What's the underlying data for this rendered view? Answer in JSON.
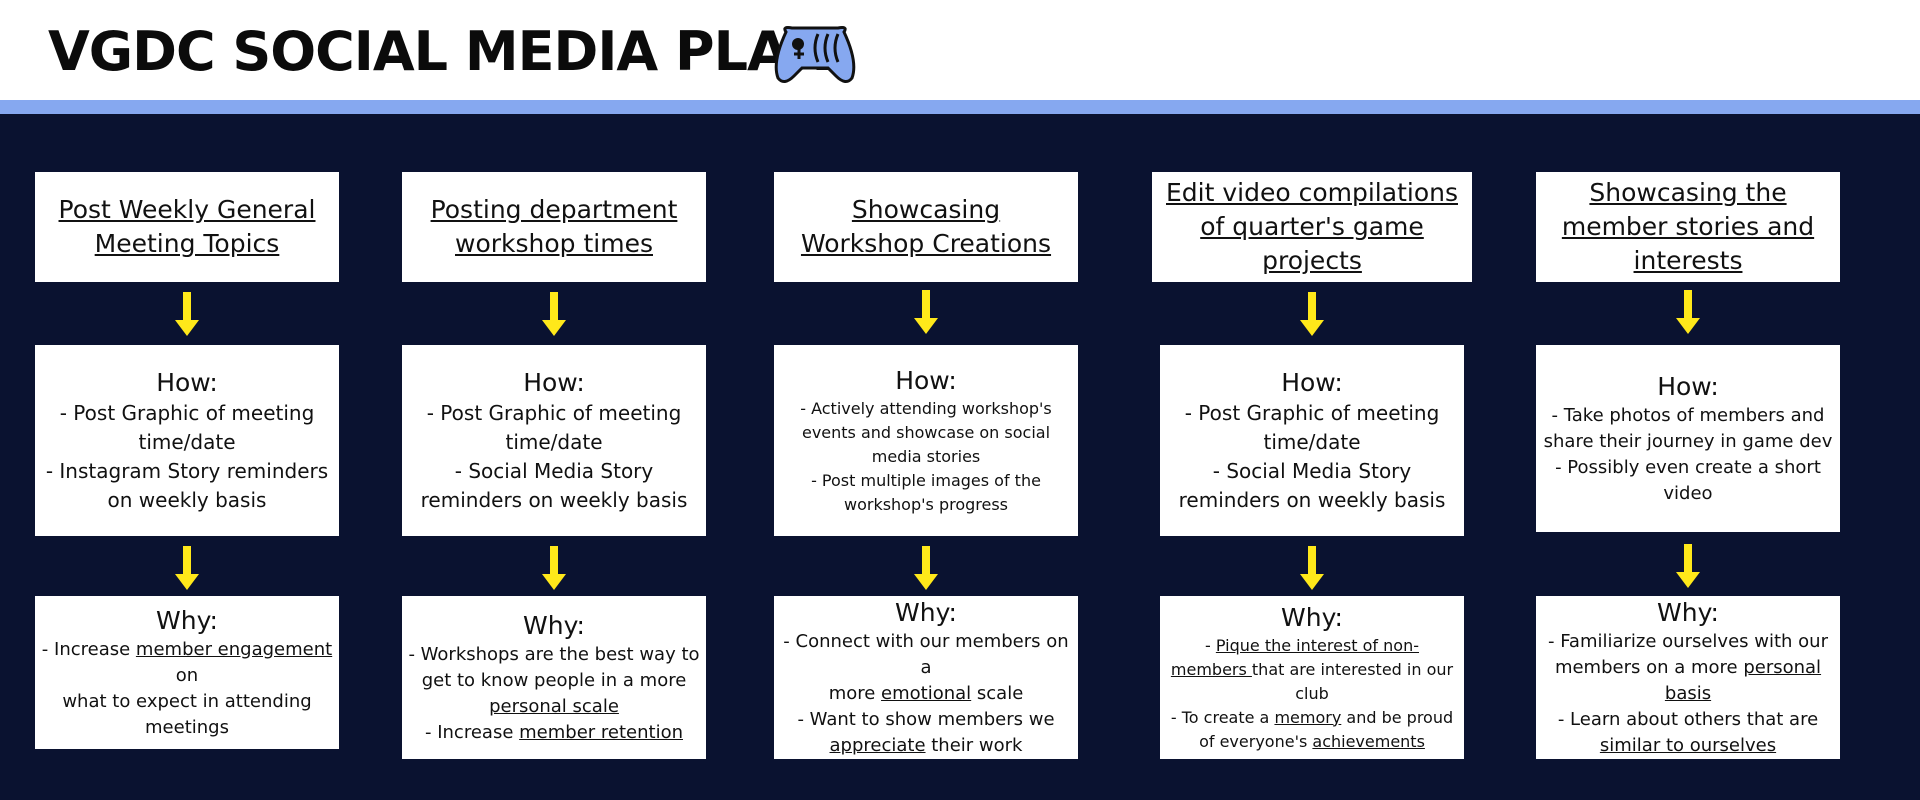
{
  "header": {
    "title": "VGDC SOCIAL MEDIA PLAN",
    "icon": "game-controller-icon",
    "accent_color": "#86a8f0"
  },
  "colors": {
    "background": "#0a1230",
    "box": "#ffffff",
    "arrow": "#ffe81a"
  },
  "columns": [
    {
      "title": "Post Weekly General Meeting Topics",
      "how_heading": "How:",
      "how_lines": [
        "- Post Graphic of meeting time/date",
        "- Instagram Story reminders on weekly basis"
      ],
      "why_heading": "Why:",
      "why": {
        "l1_pre": "- Increase ",
        "l1_u": "member engagement",
        "l1_post": " on",
        "l2": "what to expect in attending",
        "l3": "meetings"
      }
    },
    {
      "title": "Posting department workshop times",
      "how_heading": "How:",
      "how_lines": [
        "- Post Graphic of meeting time/date",
        "- Social Media Story reminders on weekly basis"
      ],
      "why_heading": "Why:",
      "why": {
        "l1": "- Workshops are the best way to",
        "l2": "get to know people in a more",
        "l3_u": "personal scale",
        "l4_pre": "- Increase ",
        "l4_u": "member retention"
      }
    },
    {
      "title": "Showcasing Workshop Creations",
      "how_heading": "How:",
      "how_lines": [
        "- Actively attending workshop's events and showcase on social media stories",
        "- Post multiple images of the workshop's progress"
      ],
      "why_heading": "Why:",
      "why": {
        "l1": "- Connect with our members on a",
        "l2_pre": "more ",
        "l2_u": "emotional",
        "l2_post": " scale",
        "l3": "- Want to show members we",
        "l4_u": "appreciate",
        "l4_post": " their work"
      }
    },
    {
      "title": "Edit video compilations of quarter's game projects",
      "how_heading": "How:",
      "how_lines": [
        "- Post Graphic of meeting time/date",
        "- Social Media Story reminders on weekly basis"
      ],
      "why_heading": "Why:",
      "why": {
        "l1_pre": "- ",
        "l1_u": "Pique the interest of non-",
        "l2_u": "members ",
        "l2_post": "that are interested in our",
        "l3": "club",
        "l4_pre": "- To create a ",
        "l4_u": "memory",
        "l4_post": " and be proud",
        "l5_pre": "of everyone's ",
        "l5_u": "achievements"
      }
    },
    {
      "title": "Showcasing the member stories and interests",
      "how_heading": "How:",
      "how_lines": [
        "- Take photos of members and share their journey in game dev",
        "- Possibly even create a short video"
      ],
      "why_heading": "Why:",
      "why": {
        "l1": "- Familiarize ourselves with our",
        "l2_pre": "members on a more ",
        "l2_u": "personal basis",
        "l3": "- Learn about others that are",
        "l4_u": "similar to ourselves"
      }
    }
  ]
}
